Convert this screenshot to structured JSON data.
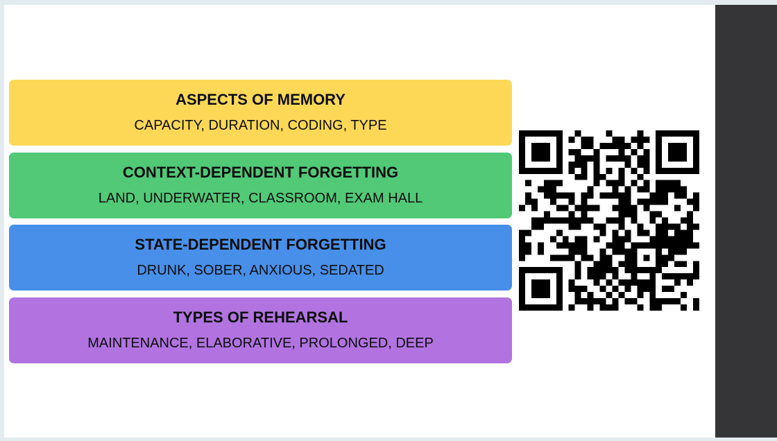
{
  "groups": [
    {
      "title": "ASPECTS OF MEMORY",
      "words": "CAPACITY, DURATION, CODING, TYPE",
      "color": "#fdd857"
    },
    {
      "title": "CONTEXT-DEPENDENT FORGETTING",
      "words": "LAND, UNDERWATER, CLASSROOM, EXAM HALL",
      "color": "#51c977"
    },
    {
      "title": "STATE-DEPENDENT FORGETTING",
      "words": "DRUNK, SOBER, ANXIOUS, SEDATED",
      "color": "#488fe9"
    },
    {
      "title": "TYPES OF REHEARSAL",
      "words": "MAINTENANCE, ELABORATIVE, PROLONGED, DEEP",
      "color": "#b173e0"
    }
  ],
  "qr_icon": "qr-code",
  "colors": {
    "sidebar": "#353537",
    "background": "#e3ebee"
  }
}
